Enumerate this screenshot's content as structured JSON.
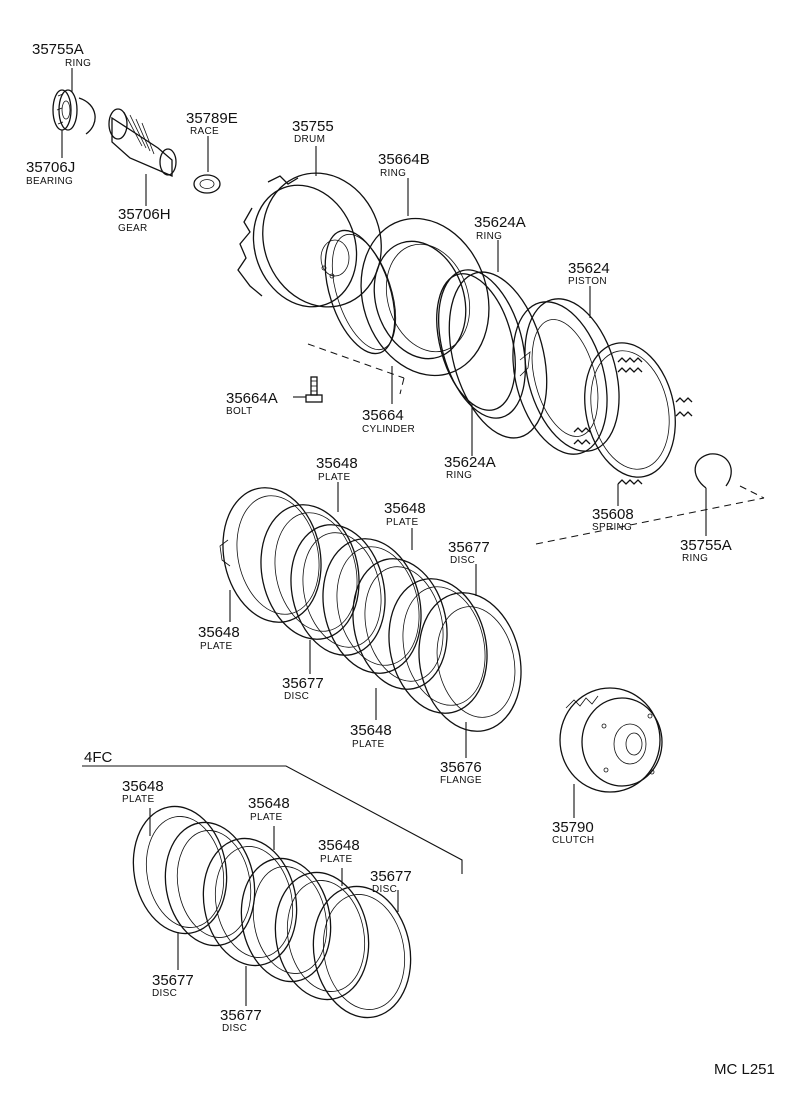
{
  "diagram_code": "MC L251",
  "variant_label": "4FC",
  "labels": {
    "ring_35755a_top": {
      "number": "35755A",
      "name": "RING"
    },
    "bearing_35706j": {
      "number": "35706J",
      "name": "BEARING"
    },
    "gear_35706h": {
      "number": "35706H",
      "name": "GEAR"
    },
    "race_35789e": {
      "number": "35789E",
      "name": "RACE"
    },
    "drum_35755": {
      "number": "35755",
      "name": "DRUM"
    },
    "ring_35664b": {
      "number": "35664B",
      "name": "RING"
    },
    "ring_35624a_top": {
      "number": "35624A",
      "name": "RING"
    },
    "piston_35624": {
      "number": "35624",
      "name": "PISTON"
    },
    "bolt_35664a": {
      "number": "35664A",
      "name": "BOLT"
    },
    "cylinder_35664": {
      "number": "35664",
      "name": "CYLINDER"
    },
    "ring_35624a_bottom": {
      "number": "35624A",
      "name": "RING"
    },
    "spring_35608": {
      "number": "35608",
      "name": "SPRING"
    },
    "ring_35755a_right": {
      "number": "35755A",
      "name": "RING"
    },
    "plate_35648_a": {
      "number": "35648",
      "name": "PLATE"
    },
    "plate_35648_b": {
      "number": "35648",
      "name": "PLATE"
    },
    "disc_35677_a": {
      "number": "35677",
      "name": "DISC"
    },
    "plate_35648_c": {
      "number": "35648",
      "name": "PLATE"
    },
    "disc_35677_b": {
      "number": "35677",
      "name": "DISC"
    },
    "plate_35648_d": {
      "number": "35648",
      "name": "PLATE"
    },
    "flange_35676": {
      "number": "35676",
      "name": "FLANGE"
    },
    "clutch_35790": {
      "number": "35790",
      "name": "CLUTCH"
    },
    "plate_35648_e": {
      "number": "35648",
      "name": "PLATE"
    },
    "plate_35648_f": {
      "number": "35648",
      "name": "PLATE"
    },
    "plate_35648_g": {
      "number": "35648",
      "name": "PLATE"
    },
    "disc_35677_c": {
      "number": "35677",
      "name": "DISC"
    },
    "disc_35677_d": {
      "number": "35677",
      "name": "DISC"
    },
    "disc_35677_e": {
      "number": "35677",
      "name": "DISC"
    }
  }
}
